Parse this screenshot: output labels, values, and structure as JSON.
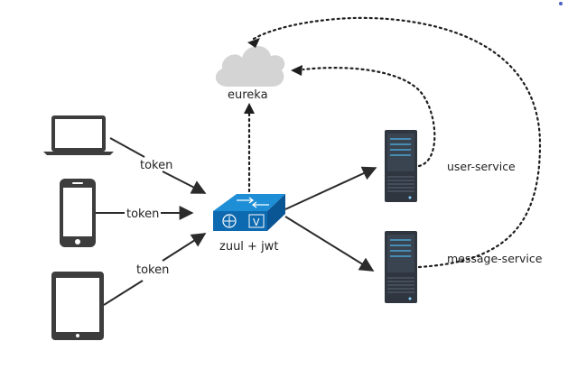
{
  "labels": {
    "registry": "eureka",
    "gateway": "zuul + jwt",
    "service_user": "user-service",
    "service_message": "message-service",
    "token_laptop": "token",
    "token_phone": "token",
    "token_tablet": "token",
    "switch_badge": "V"
  },
  "colors": {
    "cloud": "#d4d4d4",
    "device": "#3d3d3d",
    "screen": "#ffffff",
    "switch_top": "#1e8fd6",
    "switch_front": "#0d6ab0",
    "switch_side": "#0a5594",
    "server_body": "#2f3640",
    "server_face": "#3a4450",
    "server_accent": "#4aa3d4",
    "arrow": "#2b2b2b",
    "dotted": "#1e1e1e"
  },
  "icons": {
    "registry": "cloud-icon",
    "gateway": "network-switch-icon",
    "server": "server-rack-icon",
    "clients": [
      "laptop-icon",
      "smartphone-icon",
      "tablet-icon"
    ]
  }
}
